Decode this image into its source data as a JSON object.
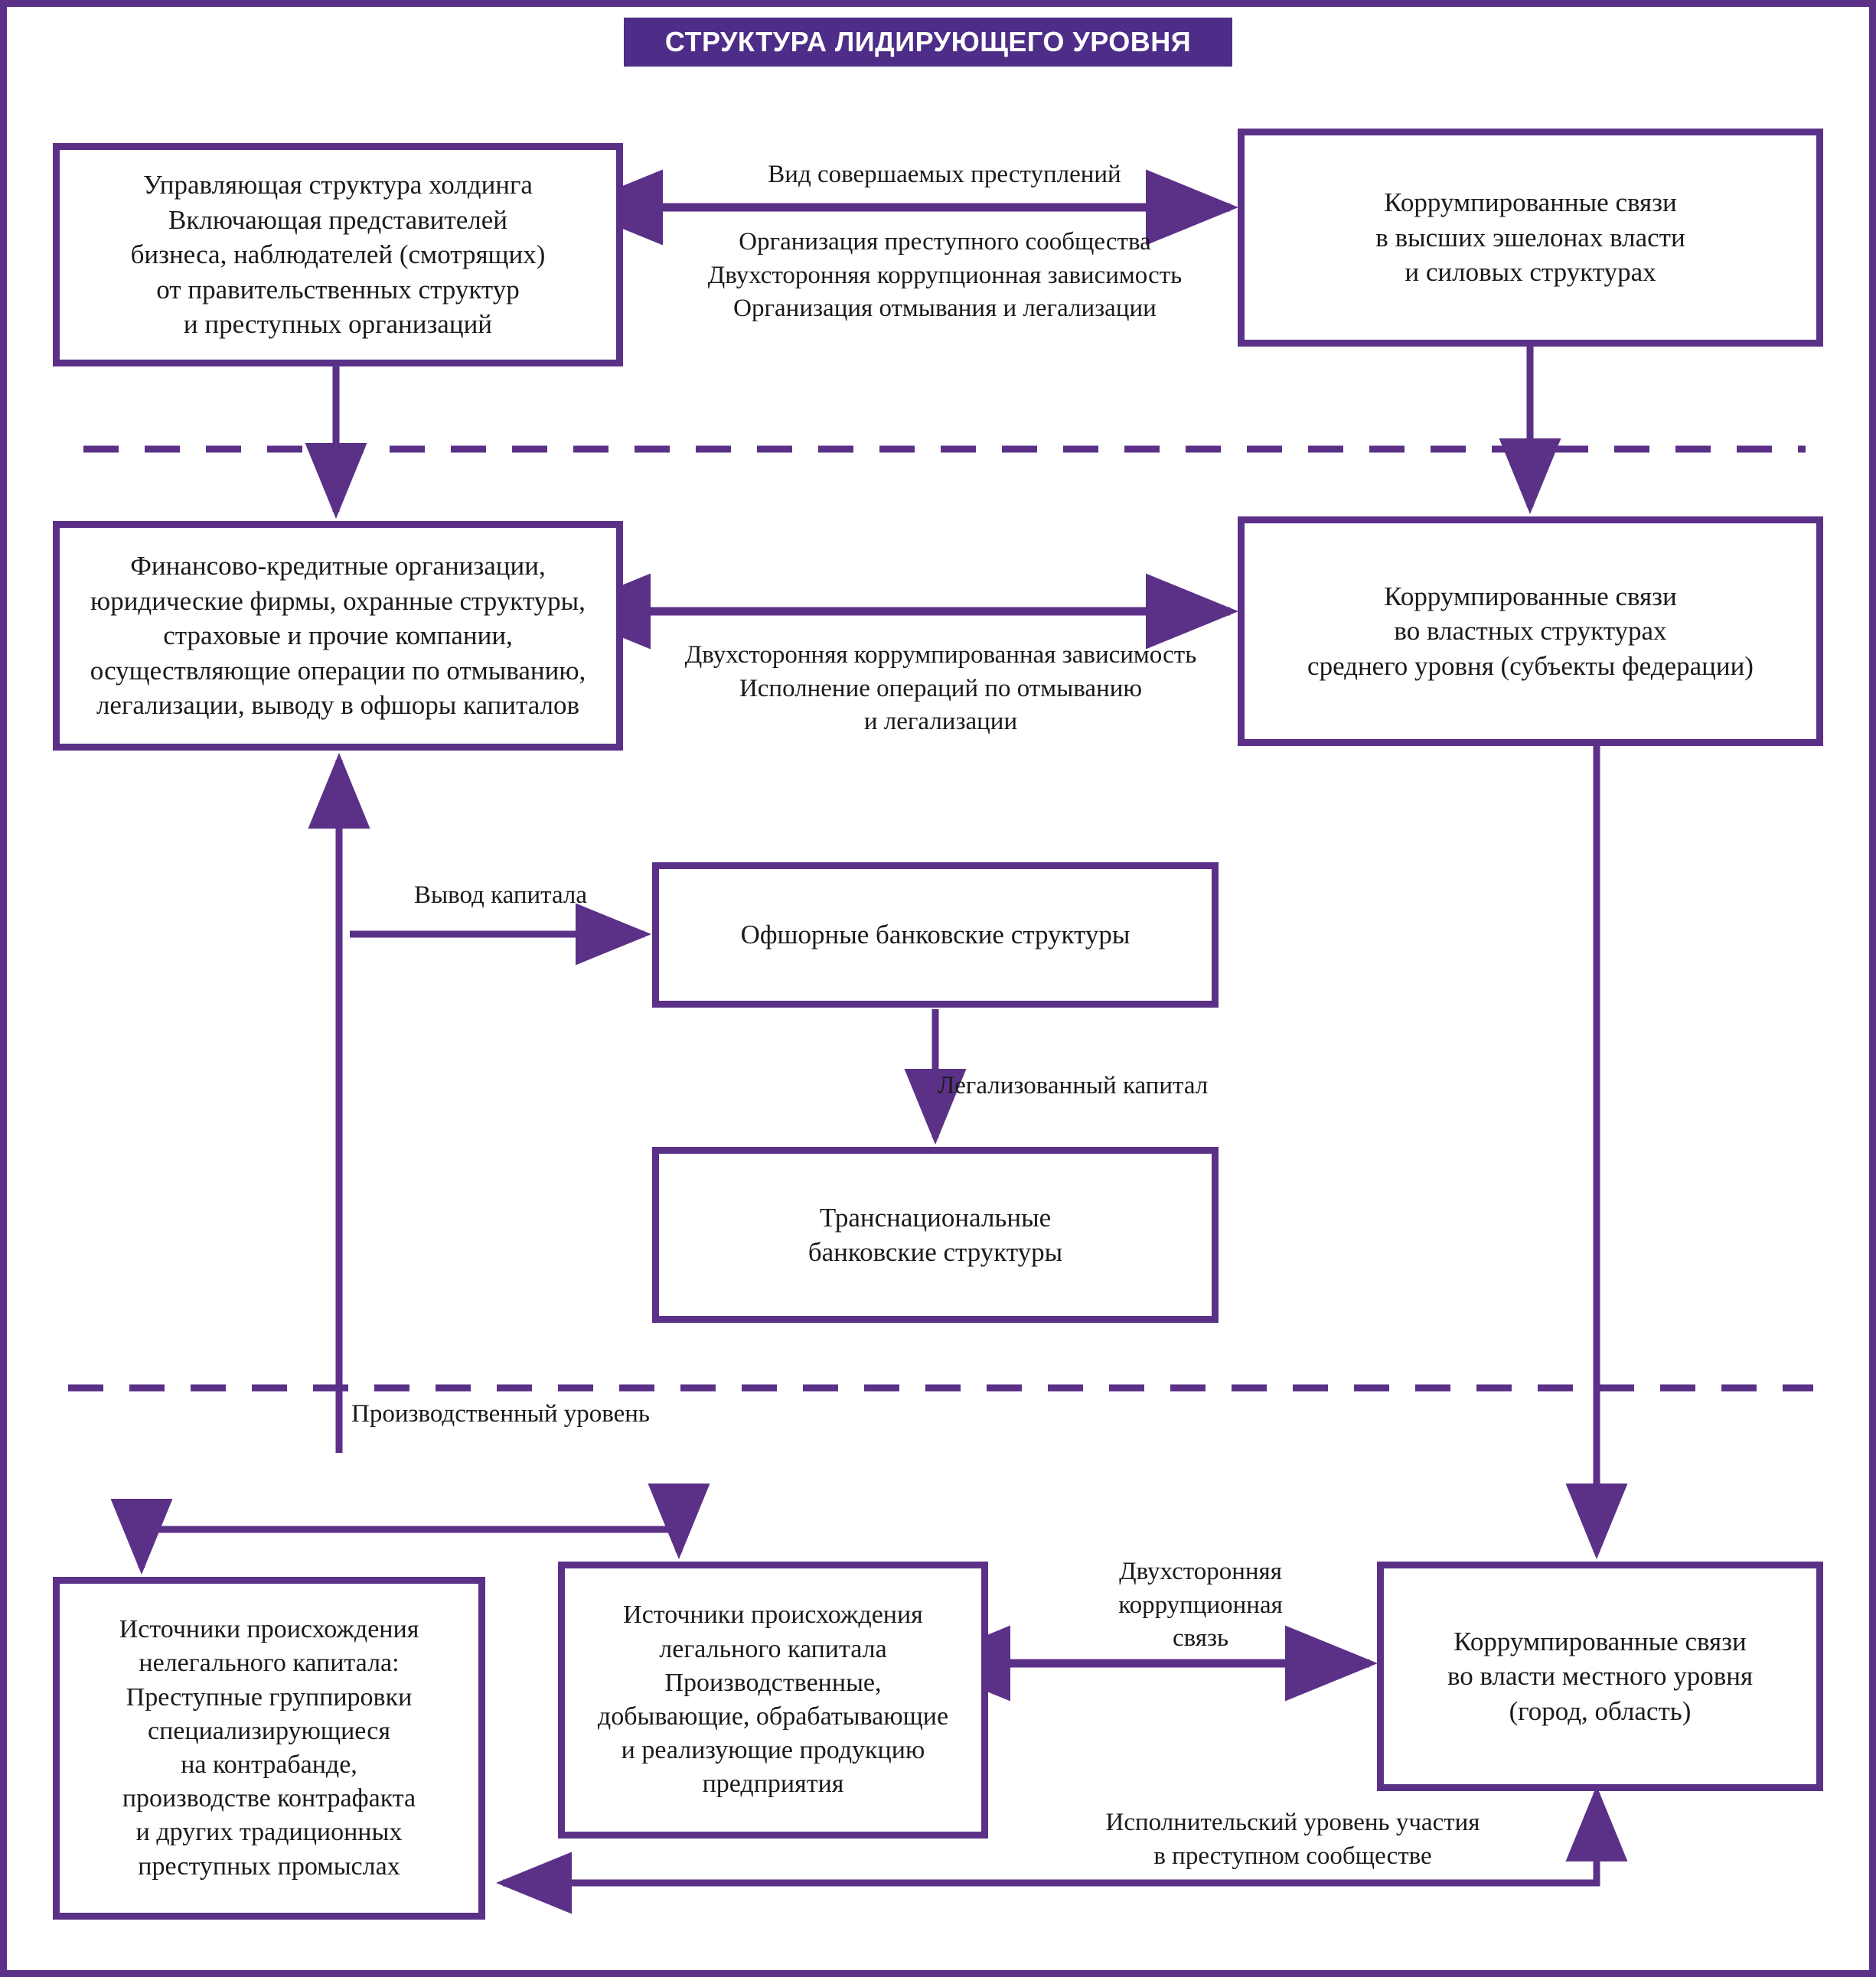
{
  "title": "СТРУКТУРА ЛИДИРУЮЩЕГО УРОВНЯ",
  "theme": {
    "accent": "#5b3188",
    "banner_bg": "#4d2d87",
    "banner_text": "#ffffff",
    "node_text": "#1a1a1a",
    "page_bg": "#ffffff"
  },
  "nodes": {
    "holding": "Управляющая структура  холдинга\nВключающая представителей\nбизнеса, наблюдателей (смотрящих)\nот правительственных структур\nи  преступных  организаций",
    "top_power": "Коррумпированные связи\nв высших эшелонах  власти\nи  силовых  структурах",
    "finance": "Финансово-кредитные  организации,\nюридические  фирмы, охранные  структуры,\nстраховые и прочие  компании,\nосуществляющие операции по  отмыванию,\nлегализации, выводу  в  офшоры  капиталов",
    "mid_power": "Коррумпированные  связи\nво  властных  структурах\nсреднего  уровня (субъекты  федерации)",
    "offshore": "Офшорные банковские структуры",
    "transnational": "Транснациональные\nбанковские структуры",
    "illegal_sources": "Источники происхождения\nнелегального  капитала:\nПреступные  группировки\nспециализирующиеся\nна  контрабанде,\nпроизводстве контрафакта\nи других  традиционных\nпреступных  промыслах",
    "legal_sources": "Источники происхождения\nлегального  капитала\nПроизводственные,\nдобывающие, обрабатывающие\nи реализующие продукцию\nпредприятия",
    "local_power": "Коррумпированные  связи\nво власти  местного  уровня\n(город, область)"
  },
  "edge_labels": {
    "crimes_type": "Вид совершаемых  преступлений",
    "crimes_list": "Организация  преступного сообщества\nДвухсторонняя  коррупционная  зависимость\nОрганизация  отмывания  и  легализации",
    "two_way_dependency": "Двухсторонняя коррумпированная зависимость\nИсполнение операций по отмыванию\nи легализации",
    "capital_withdrawal": "Вывод капитала",
    "legalized_capital": "Легализованный капитал",
    "production_level": "Производственный уровень",
    "two_way_corrupt_link": "Двухсторонняя\nкоррупционная\nсвязь",
    "executive_level": "Исполнительский уровень участия\nв преступном сообществе"
  }
}
